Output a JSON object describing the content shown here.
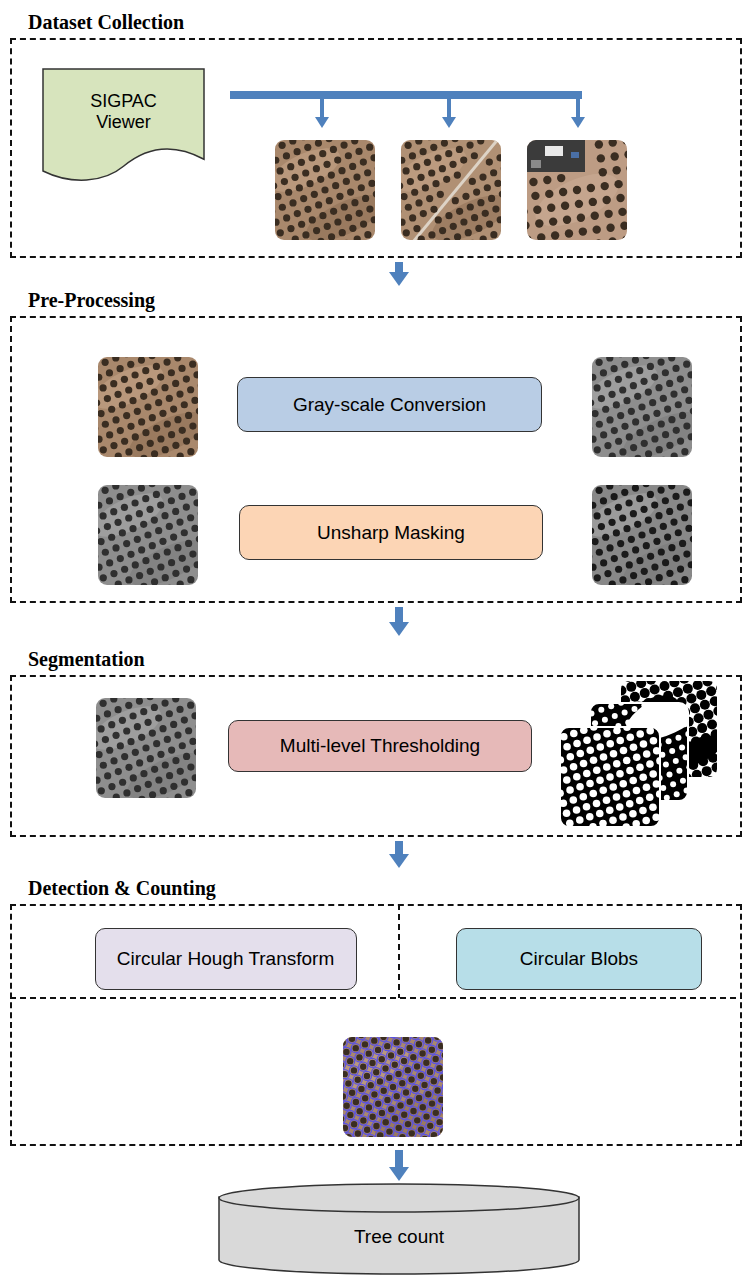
{
  "diagram": {
    "nodes": [
      {
        "text": [
          "Dataset Collection"
        ]
      },
      {
        "text": [
          "SIGPAC Viewer"
        ],
        "in": 0
      },
      {
        "text": [
          "Pre-Processing"
        ]
      },
      {
        "text": [
          "Gray-scale Conversion"
        ],
        "in": 2
      },
      {
        "text": [
          "Unsharp Masking"
        ],
        "in": 2
      },
      {
        "text": [
          "Segmentation"
        ]
      },
      {
        "text": [
          "Multi-level Thresholding"
        ],
        "in": 5
      },
      {
        "text": [
          "Detection & Counting"
        ]
      },
      {
        "text": [
          "Circular Hough Transform"
        ],
        "in": 7
      },
      {
        "text": [
          "Circular Blobs"
        ],
        "in": 7
      },
      {
        "text": [
          "Tree count"
        ]
      }
    ],
    "edges": [
      {
        "from": 0,
        "to": 2,
        "arrow": "to"
      },
      {
        "from": 2,
        "to": 5,
        "arrow": "to"
      },
      {
        "from": 5,
        "to": 7,
        "arrow": "to"
      },
      {
        "from": 7,
        "to": 10,
        "arrow": "to"
      }
    ]
  }
}
